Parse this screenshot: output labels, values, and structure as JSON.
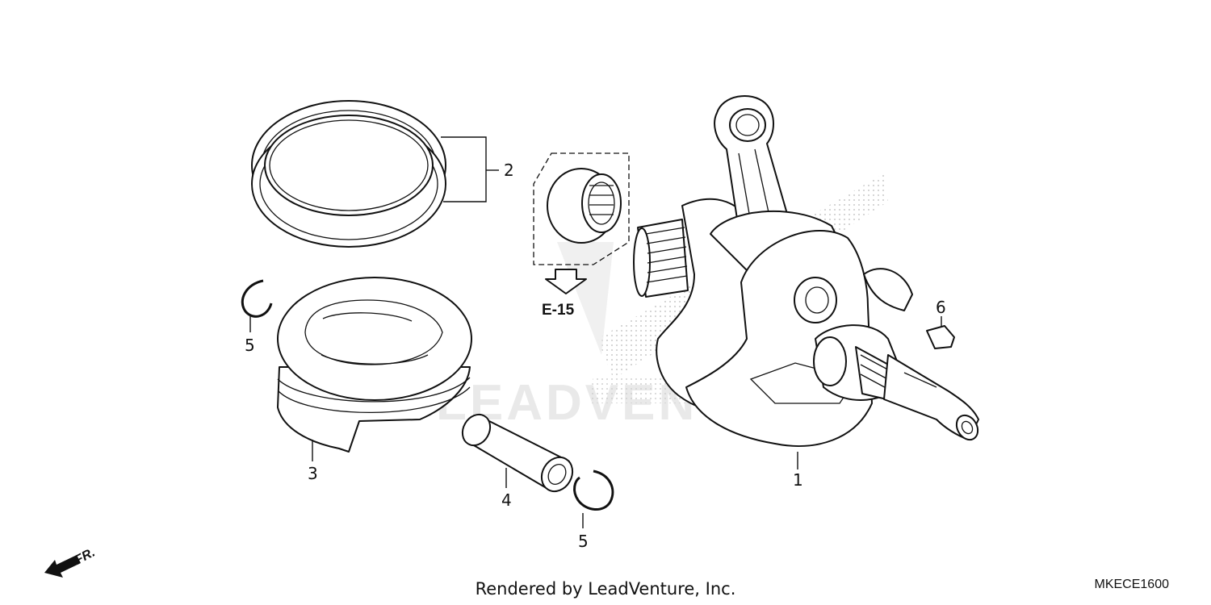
{
  "watermark": "LEADVENTURE",
  "reference": {
    "label": "E-15"
  },
  "front_marker": {
    "label": "FR."
  },
  "callouts": [
    {
      "id": "callout-1",
      "label": "1"
    },
    {
      "id": "callout-2",
      "label": "2"
    },
    {
      "id": "callout-3",
      "label": "3"
    },
    {
      "id": "callout-4",
      "label": "4"
    },
    {
      "id": "callout-5a",
      "label": "5"
    },
    {
      "id": "callout-5b",
      "label": "5"
    },
    {
      "id": "callout-6",
      "label": "6"
    }
  ],
  "footer": {
    "credit": "Rendered by LeadVenture, Inc.",
    "diagram_id": "MKECE1600"
  }
}
